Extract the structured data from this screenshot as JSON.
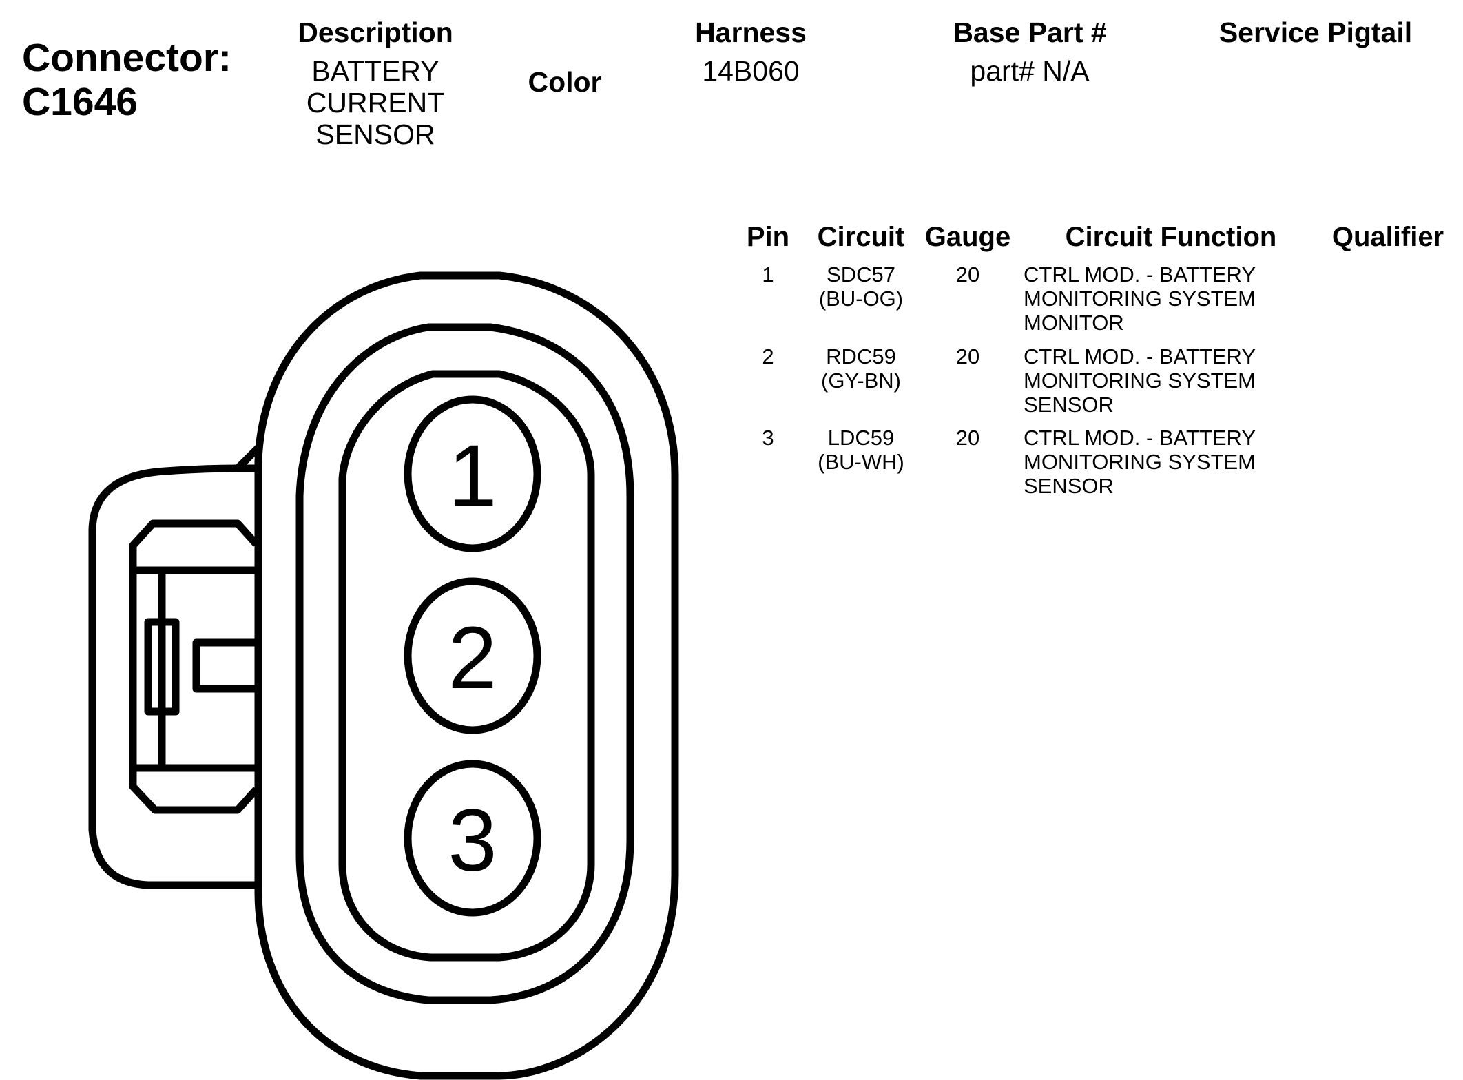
{
  "connector": {
    "label": "Connector:",
    "id": "C1646"
  },
  "headers": {
    "description": "Description",
    "color": "Color",
    "harness": "Harness",
    "base_part": "Base Part #",
    "service_pigtail": "Service Pigtail"
  },
  "values": {
    "description_lines": [
      "BATTERY",
      "CURRENT",
      "SENSOR"
    ],
    "harness": "14B060",
    "base_part": "part# N/A",
    "service_pigtail": ""
  },
  "pin_table": {
    "columns": [
      "Pin",
      "Circuit",
      "Gauge",
      "Circuit Function",
      "Qualifier"
    ],
    "rows": [
      {
        "pin": "1",
        "circuit": [
          "SDC57",
          "(BU-OG)"
        ],
        "gauge": "20",
        "function": [
          "CTRL MOD. - BATTERY",
          "MONITORING SYSTEM",
          "MONITOR"
        ],
        "qualifier": ""
      },
      {
        "pin": "2",
        "circuit": [
          "RDC59",
          "(GY-BN)"
        ],
        "gauge": "20",
        "function": [
          "CTRL MOD. - BATTERY",
          "MONITORING SYSTEM",
          "SENSOR"
        ],
        "qualifier": ""
      },
      {
        "pin": "3",
        "circuit": [
          "LDC59",
          "(BU-WH)"
        ],
        "gauge": "20",
        "function": [
          "CTRL MOD. - BATTERY",
          "MONITORING SYSTEM",
          "SENSOR"
        ],
        "qualifier": ""
      }
    ]
  },
  "diagram": {
    "pin_labels": [
      "1",
      "2",
      "3"
    ]
  }
}
